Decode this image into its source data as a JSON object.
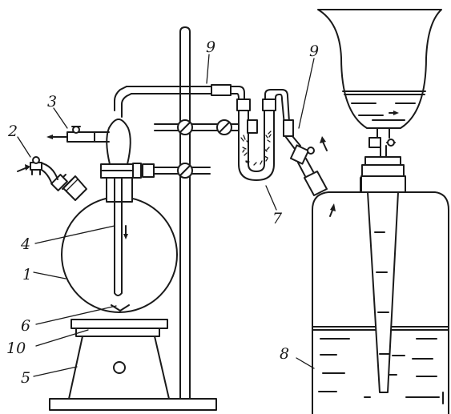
{
  "labels": {
    "flask": "1",
    "inlet_tap": "2",
    "outlet_tap": "3",
    "inner_tube": "4",
    "heater": "5",
    "stir_bar": "6",
    "u_tube": "7",
    "gas_jar": "8",
    "hose_left": "9",
    "hose_right": "9",
    "plate": "10"
  },
  "colors": {
    "ink": "#1a1a1a",
    "background": "#ffffff"
  }
}
